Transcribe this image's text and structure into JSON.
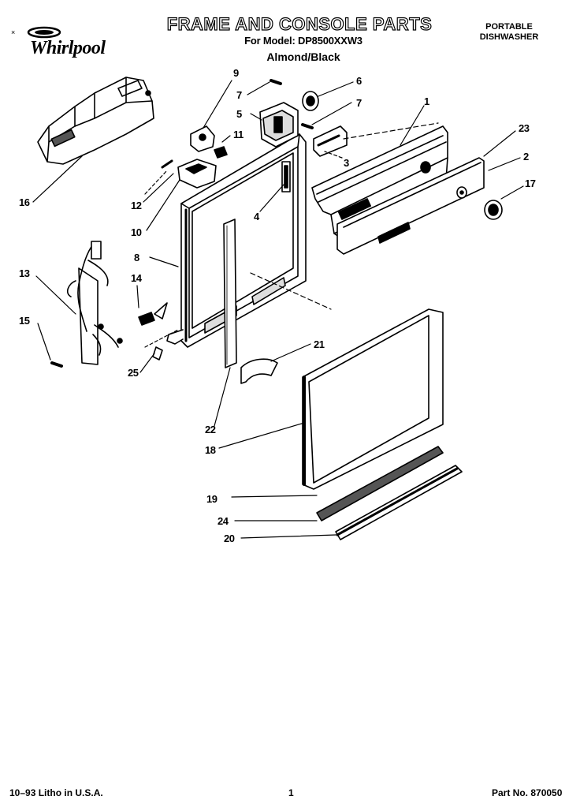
{
  "header": {
    "brand": "Whirlpool",
    "title": "FRAME AND CONSOLE PARTS",
    "model_line": "For Model: DP8500XXW3",
    "color_line": "Almond/Black",
    "product_type": [
      "PORTABLE",
      "DISHWASHER"
    ]
  },
  "callouts": [
    "9",
    "6",
    "7",
    "7",
    "1",
    "5",
    "23",
    "11",
    "2",
    "3",
    "17",
    "16",
    "12",
    "4",
    "10",
    "8",
    "13",
    "14",
    "15",
    "21",
    "25",
    "22",
    "18",
    "19",
    "24",
    "20"
  ],
  "footer": {
    "litho": "10–93 Litho in U.S.A.",
    "page": "1",
    "part_no": "Part No. 870050"
  }
}
